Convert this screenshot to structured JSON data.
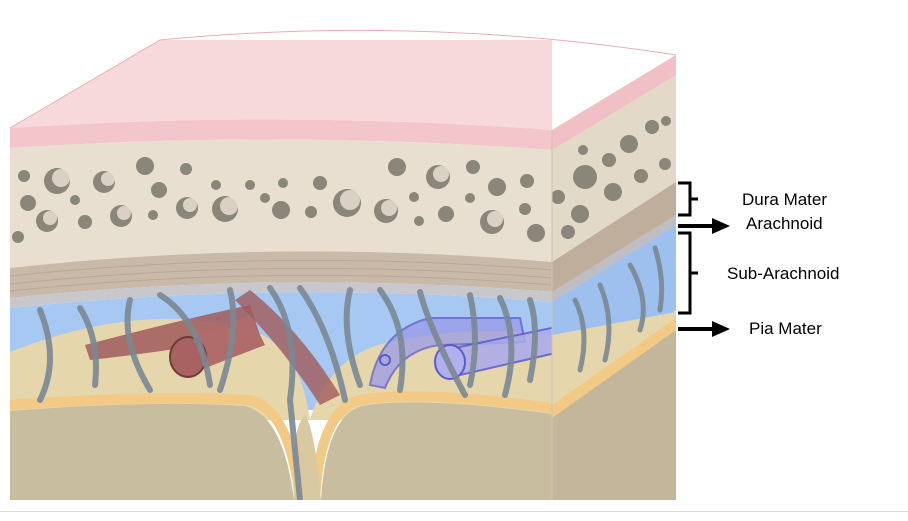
{
  "labels": {
    "dura_mater": "Dura Mater",
    "arachnoid": "Arachnoid",
    "sub_arachnoid": "Sub-Arachnoid",
    "pia_mater": "Pia Mater"
  },
  "colors": {
    "skin": "#f5d0d4",
    "skin_edge": "#e9aeb5",
    "bone": "#e8dfd1",
    "bone_side": "#e0d6c6",
    "bone_hole": "#8a867a",
    "dura": "#c9b9a8",
    "arachnoid_membrane": "#c8c8cc",
    "csf": "#a6c8f2",
    "brain": "#e3d3a9",
    "cortex": "#c8bd9e",
    "pia": "#f2c985",
    "trabeculae": "#7b8894",
    "artery": "#a05a5a",
    "vein": "#8d8de6"
  },
  "icons": {
    "bracket": "curly-brace",
    "pointer": "right-arrow"
  }
}
